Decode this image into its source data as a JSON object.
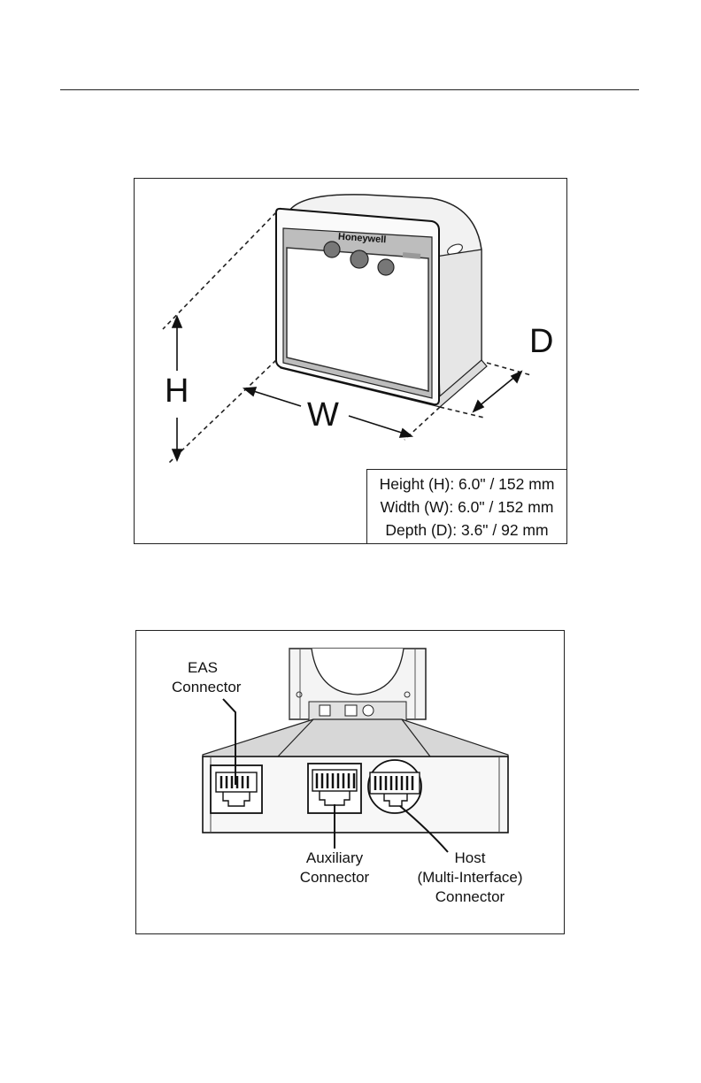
{
  "figure1": {
    "brand": "Honeywell",
    "dimension_labels": {
      "height": "H",
      "width": "W",
      "depth": "D"
    },
    "specs": [
      "Height (H): 6.0\" / 152 mm",
      "Width (W): 6.0\" / 152 mm",
      "Depth (D): 3.6\" / 92 mm"
    ]
  },
  "figure2": {
    "callouts": {
      "eas": [
        "EAS",
        "Connector"
      ],
      "auxiliary": [
        "Auxiliary",
        "Connector"
      ],
      "host": [
        "Host",
        "(Multi-Interface)",
        "Connector"
      ]
    }
  }
}
